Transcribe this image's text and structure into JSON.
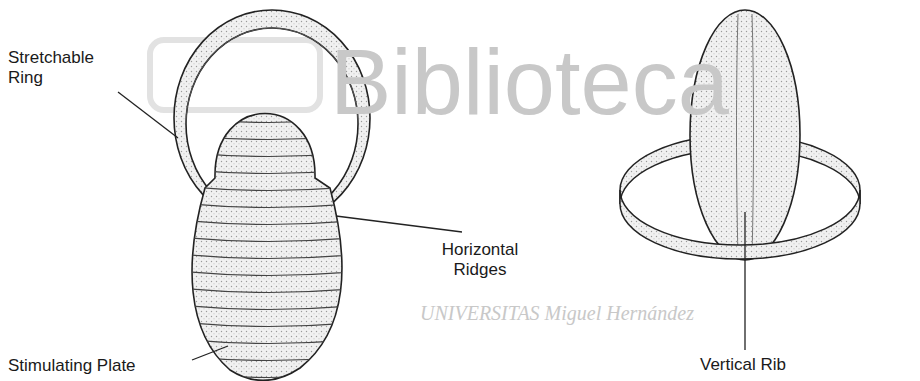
{
  "diagram": {
    "labels": [
      "Stretchable Ring",
      "Horizontal Ridges",
      "Stimulating Plate",
      "Vertical Rib",
      "Biblioteca",
      "UNIVERSITAS Miguel Hernández"
    ]
  }
}
